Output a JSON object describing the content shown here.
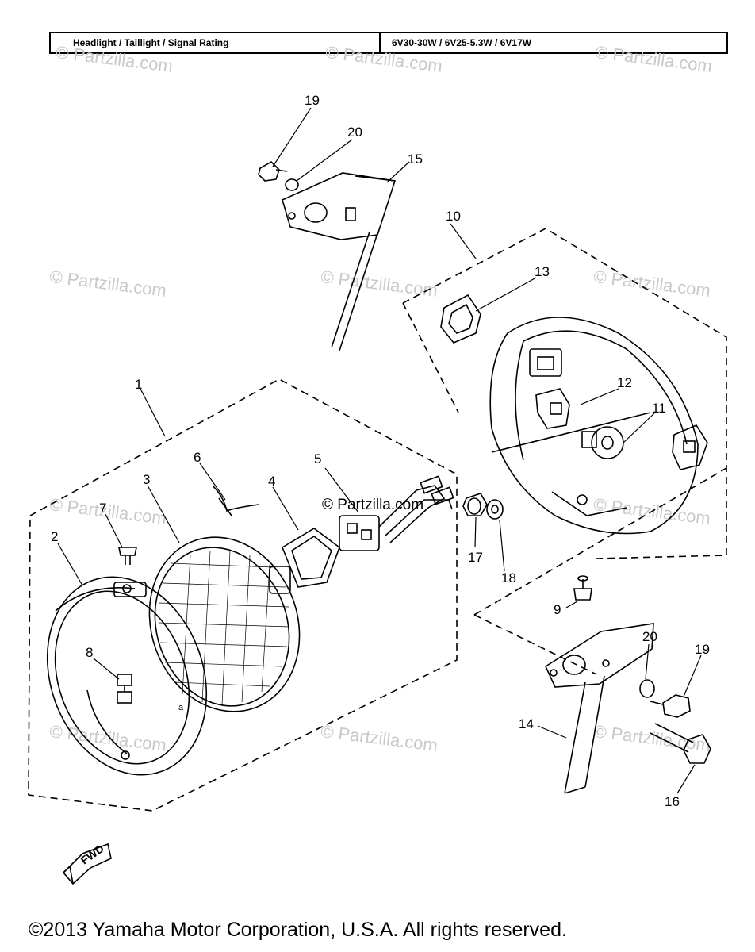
{
  "rating": {
    "label": "Headlight / Taillight / Signal Rating",
    "value": "6V30-30W / 6V25-5.3W / 6V17W"
  },
  "copyright": "©2013  Yamaha Motor Corporation, U.S.A. All rights reserved.",
  "watermark": "© Partzilla.com",
  "fwd_label": "FWD",
  "callouts": [
    "1",
    "2",
    "3",
    "4",
    "5",
    "6",
    "7",
    "8",
    "9",
    "10",
    "11",
    "12",
    "13",
    "14",
    "15",
    "16",
    "17",
    "18",
    "19",
    "20",
    "19",
    "20"
  ],
  "colors": {
    "line": "#000000",
    "watermark": "#c9c9c9",
    "background": "#ffffff"
  }
}
